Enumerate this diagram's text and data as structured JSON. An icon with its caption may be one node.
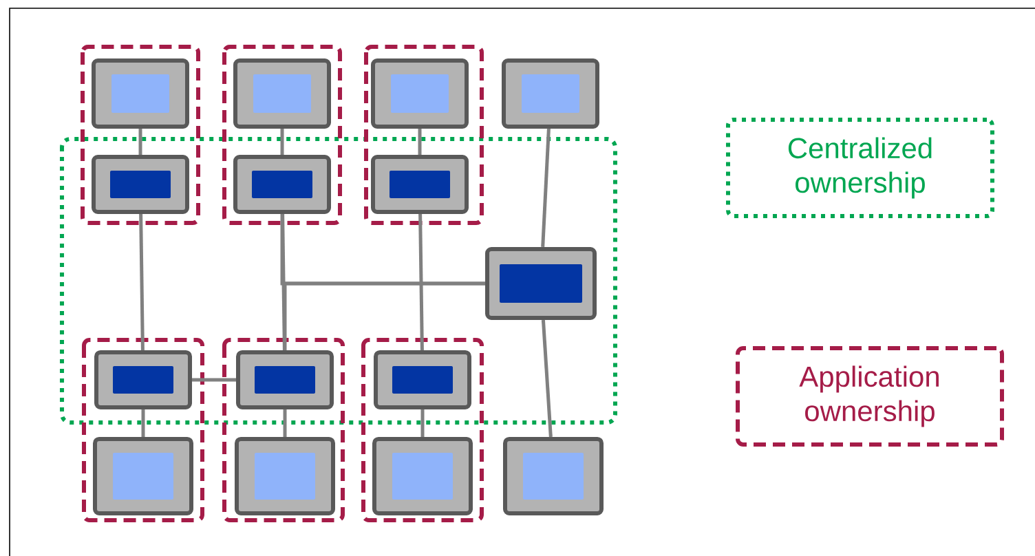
{
  "diagram": {
    "nodes": [
      {
        "text": [],
        "shape": "box"
      },
      {
        "text": [],
        "shape": "box"
      },
      {
        "text": [],
        "shape": "box"
      },
      {
        "text": [],
        "shape": "box"
      },
      {
        "text": [],
        "shape": "box"
      },
      {
        "text": [],
        "shape": "box"
      },
      {
        "text": [],
        "shape": "box"
      },
      {
        "text": [],
        "shape": "box"
      },
      {
        "text": [],
        "shape": "box"
      },
      {
        "text": [],
        "shape": "box"
      },
      {
        "text": [],
        "shape": "box"
      },
      {
        "text": [],
        "shape": "box"
      },
      {
        "text": [],
        "shape": "box"
      },
      {
        "text": [],
        "shape": "box"
      },
      {
        "text": [],
        "shape": "box"
      }
    ],
    "edges": [
      {
        "from": 0,
        "to": 4,
        "arrow": "none"
      },
      {
        "from": 1,
        "to": 5,
        "arrow": "none"
      },
      {
        "from": 2,
        "to": 6,
        "arrow": "none"
      },
      {
        "from": 3,
        "to": 7,
        "arrow": "none"
      },
      {
        "from": 4,
        "to": 8,
        "arrow": "none"
      },
      {
        "from": 5,
        "to": 9,
        "arrow": "none"
      },
      {
        "from": 5,
        "to": 7,
        "arrow": "none"
      },
      {
        "from": 9,
        "to": 7,
        "arrow": "none"
      },
      {
        "from": 6,
        "to": 10,
        "arrow": "none"
      },
      {
        "from": 7,
        "to": 14,
        "arrow": "none"
      },
      {
        "from": 8,
        "to": 9,
        "arrow": "none"
      },
      {
        "from": 8,
        "to": 11,
        "arrow": "none"
      },
      {
        "from": 9,
        "to": 12,
        "arrow": "none"
      },
      {
        "from": 10,
        "to": 13,
        "arrow": "none"
      }
    ],
    "legend": [
      {
        "text": "Centralized ownership"
      },
      {
        "text": "Application ownership"
      }
    ]
  }
}
